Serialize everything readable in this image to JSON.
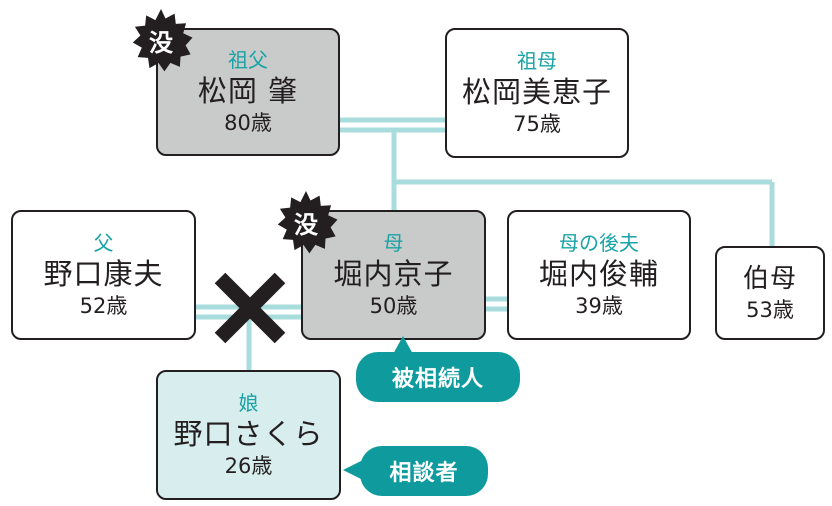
{
  "people": {
    "grandfather": {
      "role": "祖父",
      "name": "松岡 肇",
      "age": "80歳",
      "badge": "没"
    },
    "grandmother": {
      "role": "祖母",
      "name": "松岡美恵子",
      "age": "75歳"
    },
    "father": {
      "role": "父",
      "name": "野口康夫",
      "age": "52歳"
    },
    "mother": {
      "role": "母",
      "name": "堀内京子",
      "age": "50歳",
      "badge": "没"
    },
    "stepfather": {
      "role": "母の後夫",
      "name": "堀内俊輔",
      "age": "39歳"
    },
    "aunt": {
      "role": "",
      "name": "伯母",
      "age": "53歳"
    },
    "daughter": {
      "role": "娘",
      "name": "野口さくら",
      "age": "26歳"
    }
  },
  "tags": {
    "deceased_heir": "被相続人",
    "consultant": "相談者"
  },
  "colors": {
    "line": "#a9dcdc",
    "accent": "#1aa3a6",
    "tag_bg": "#0f9b9e",
    "deceased_box": "#c9caca",
    "consultant_box": "#d8eeee",
    "badge": "#231f20"
  },
  "icons": {
    "deceased": "starburst-badge",
    "divorce": "x-cross-mark"
  }
}
